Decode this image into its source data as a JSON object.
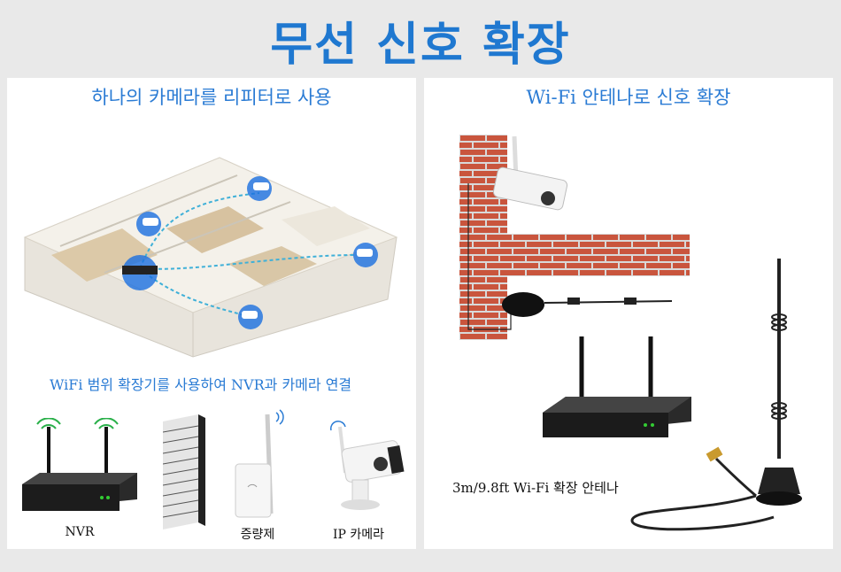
{
  "title": "무선 신호 확장",
  "left": {
    "heading": "하나의 카메라를 리피터로 사용",
    "caption": "WiFi 범위 확장기를 사용하여 NVR과 카메라 연결",
    "items": [
      {
        "label": "NVR"
      },
      {
        "label": ""
      },
      {
        "label": "증량제"
      },
      {
        "label": "IP 카메라"
      }
    ]
  },
  "right": {
    "heading": "Wi-Fi 안테나로 신호 확장",
    "caption": "3m/9.8ft Wi-Fi 확장 안테나"
  },
  "colors": {
    "accent": "#1f78d0",
    "brick": "#c9553d",
    "mortar": "#d9d9d9"
  }
}
